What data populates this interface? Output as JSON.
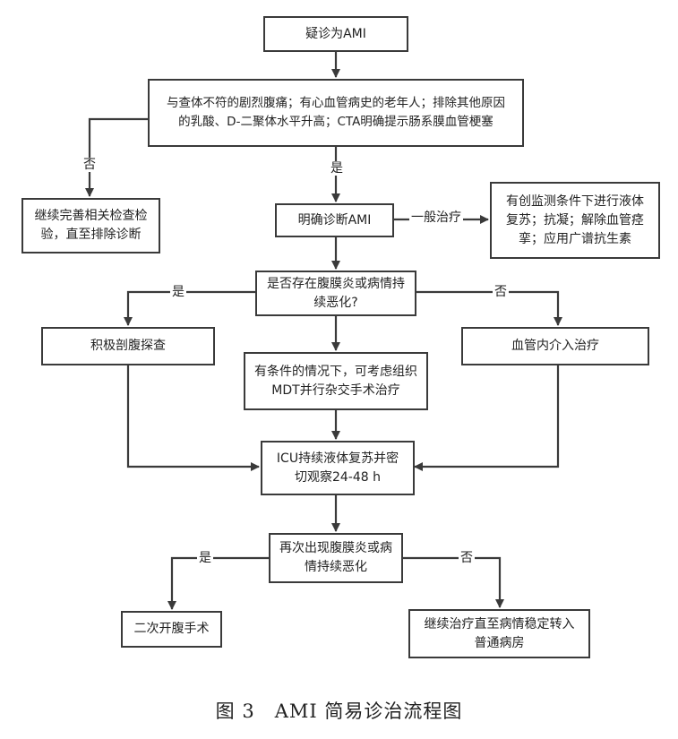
{
  "nodes": {
    "suspect": "疑诊为AMI",
    "criteria_1": "与查体不符的剧烈腹痛；有心血管病史的老年人；排除其他原因",
    "criteria_2": "的乳酸、D-二聚体水平升高；CTA明确提示肠系膜血管梗塞",
    "continue_exam_1": "继续完善相关检查检",
    "continue_exam_2": "验，直至排除诊断",
    "confirmed": "明确诊断AMI",
    "general_tx_1": "有创监测条件下进行液体",
    "general_tx_2": "复苏；抗凝；解除血管痉",
    "general_tx_3": "挛；应用广谱抗生素",
    "peritonitis_1": "是否存在腹膜炎或病情持",
    "peritonitis_2": "续恶化?",
    "laparotomy": "积极剖腹探查",
    "endovascular": "血管内介入治疗",
    "hybrid_1": "有条件的情况下，可考虑组织",
    "hybrid_2": "MDT并行杂交手术治疗",
    "icu_1": "ICU持续液体复苏并密",
    "icu_2": "切观察24-48 h",
    "recur_1": "再次出现腹膜炎或病",
    "recur_2": "情持续恶化",
    "second_op": "二次开腹手术",
    "ward_1": "继续治疗直至病情稳定转入",
    "ward_2": "普通病房"
  },
  "edge_labels": {
    "no_1": "否",
    "yes_1": "是",
    "general": "一般治疗",
    "yes_2": "是",
    "no_2": "否",
    "yes_3": "是",
    "no_3": "否"
  },
  "caption": "图 3　AMI 简易诊治流程图"
}
